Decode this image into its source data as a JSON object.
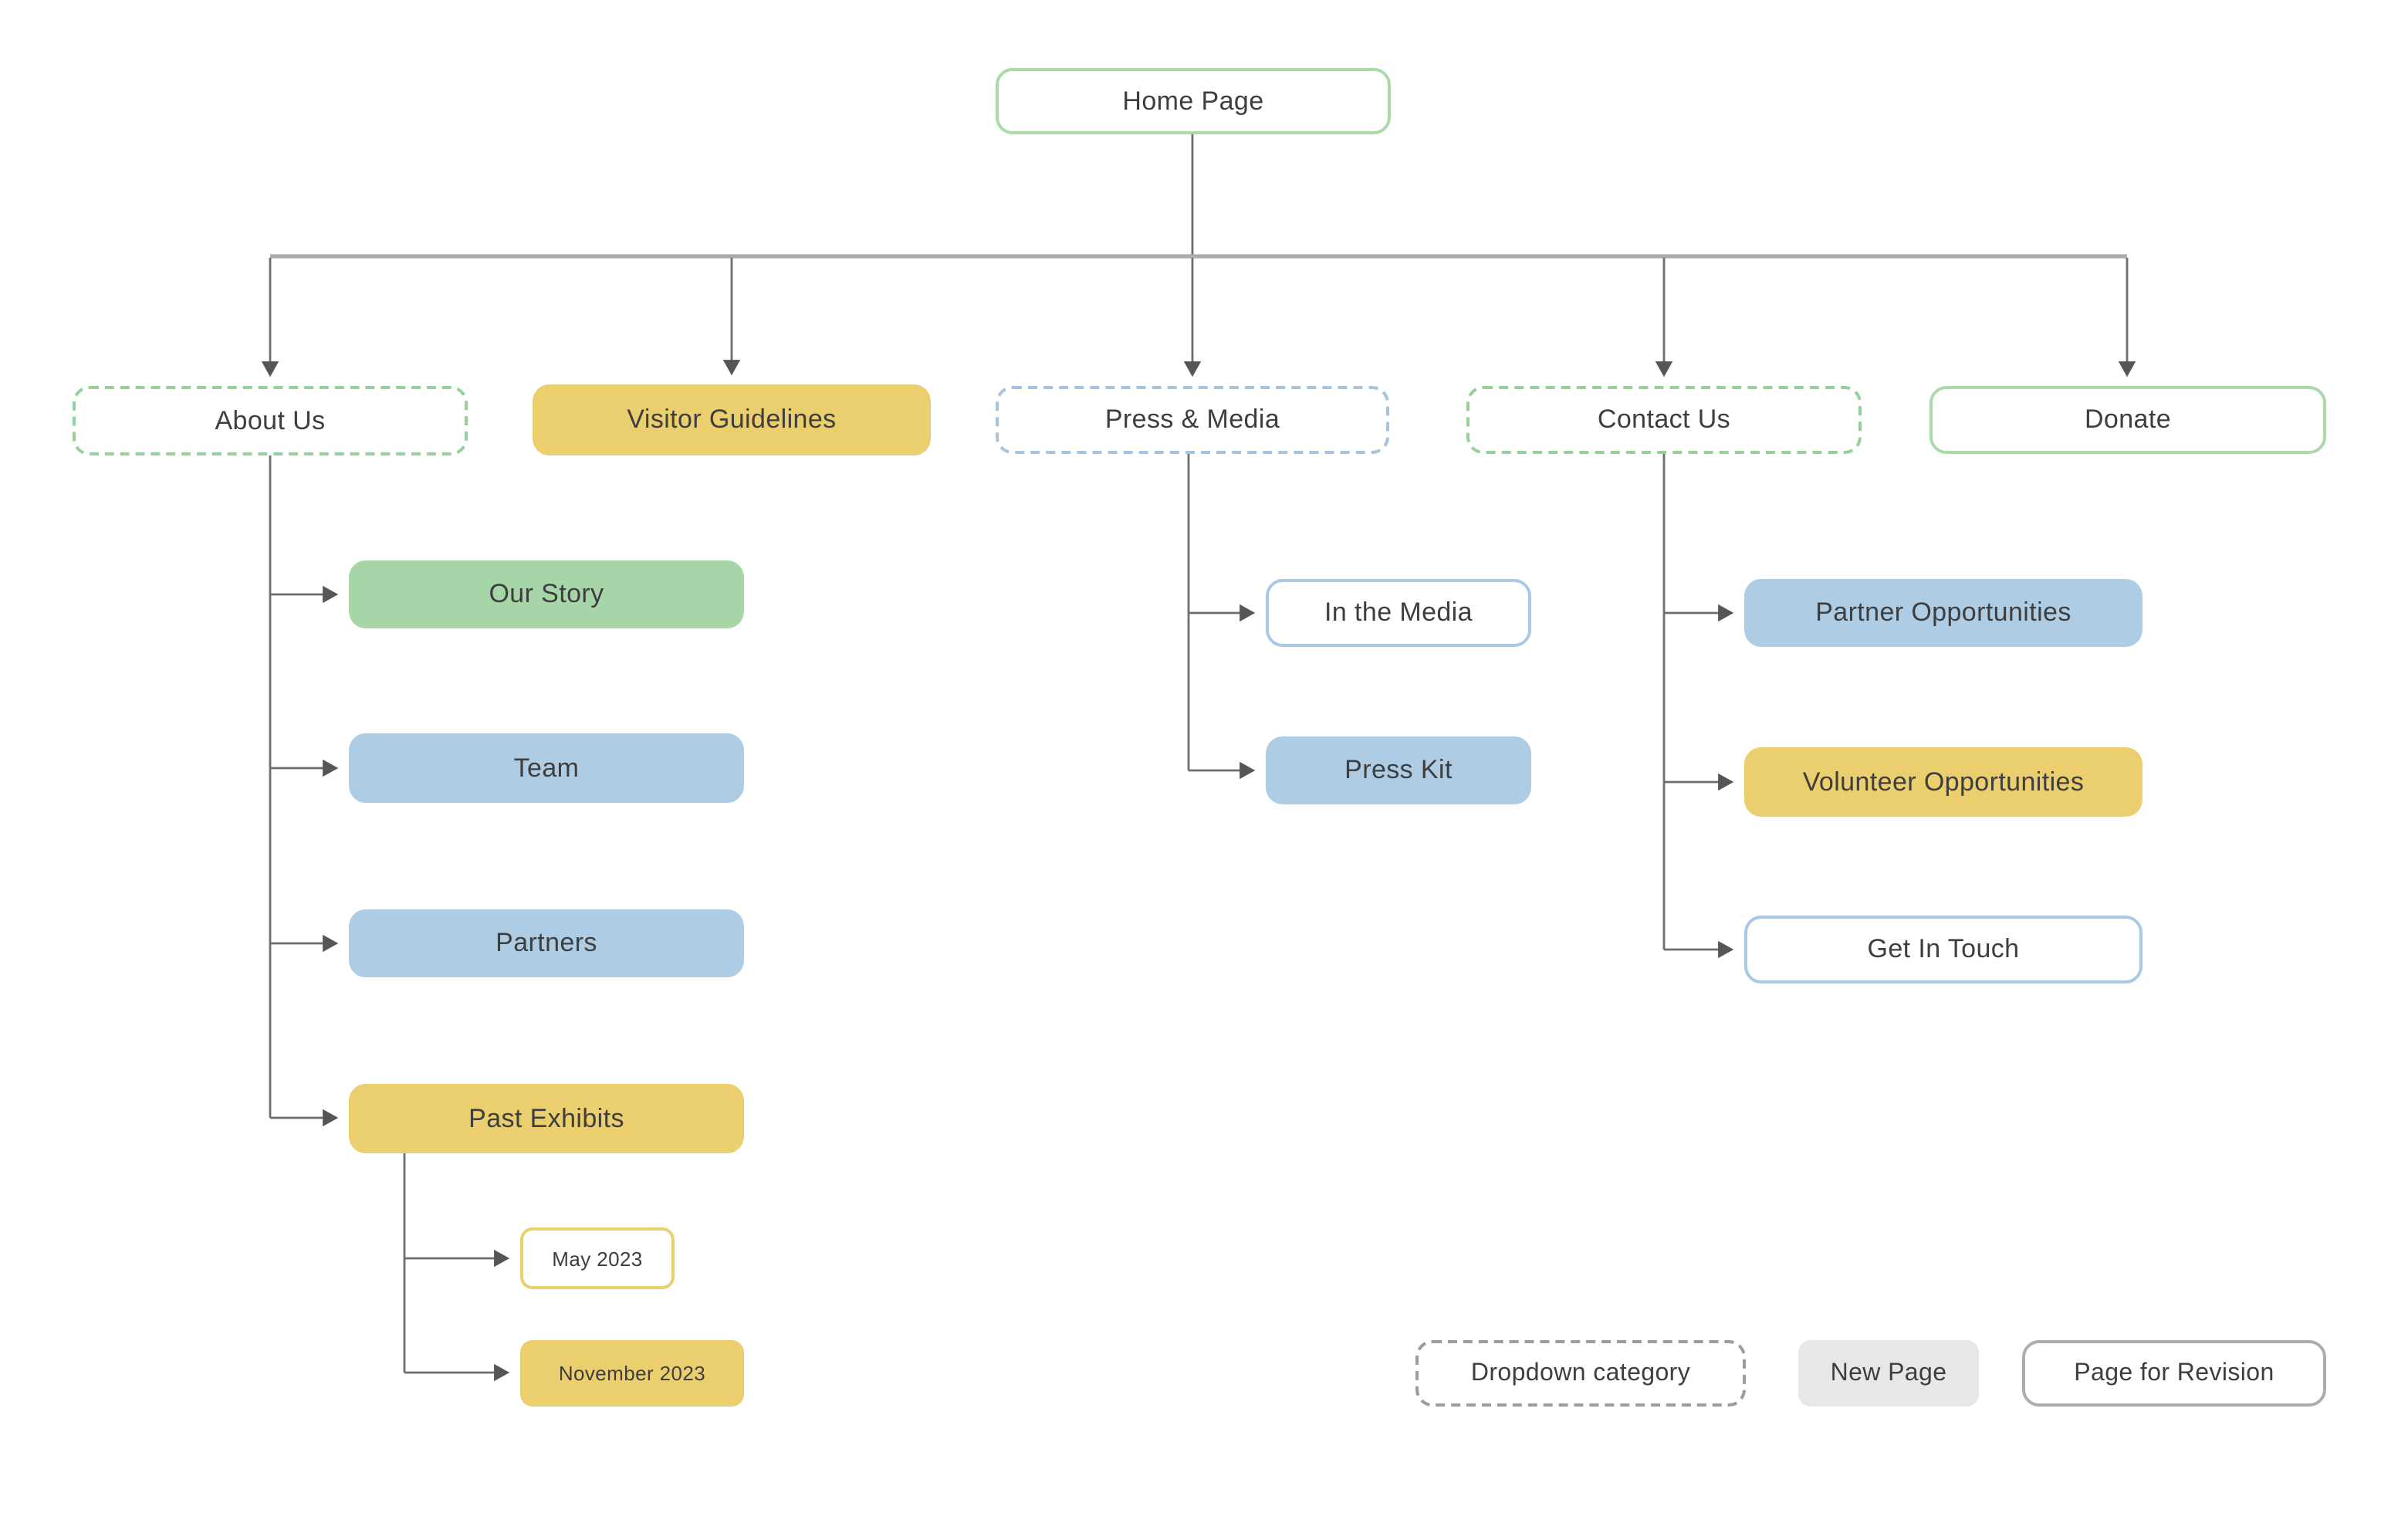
{
  "diagram": {
    "type": "sitemap-flowchart",
    "nodes": {
      "home": {
        "label": "Home Page",
        "style": "page_for_revision"
      },
      "about": {
        "label": "About Us",
        "style": "dropdown_category_green"
      },
      "visitor": {
        "label": "Visitor Guidelines",
        "style": "new_page_yellow"
      },
      "press": {
        "label": "Press & Media",
        "style": "dropdown_category_blue"
      },
      "contact": {
        "label": "Contact Us",
        "style": "dropdown_category_green"
      },
      "donate": {
        "label": "Donate",
        "style": "page_for_revision"
      },
      "our_story": {
        "label": "Our Story",
        "style": "new_page_green"
      },
      "team": {
        "label": "Team",
        "style": "new_page_blue"
      },
      "partners": {
        "label": "Partners",
        "style": "new_page_blue"
      },
      "past_exhibits": {
        "label": "Past Exhibits",
        "style": "new_page_yellow"
      },
      "may_2023": {
        "label": "May 2023",
        "style": "page_for_revision_yellow"
      },
      "november_2023": {
        "label": "November 2023",
        "style": "new_page_yellow"
      },
      "in_the_media": {
        "label": "In the Media",
        "style": "page_for_revision_blue"
      },
      "press_kit": {
        "label": "Press Kit",
        "style": "new_page_blue"
      },
      "partner_opportunities": {
        "label": "Partner Opportunities",
        "style": "new_page_blue"
      },
      "volunteer_opportunities": {
        "label": "Volunteer Opportunities",
        "style": "new_page_yellow"
      },
      "get_in_touch": {
        "label": "Get In Touch",
        "style": "page_for_revision_blue"
      }
    },
    "hierarchy": {
      "Home Page": [
        "About Us",
        "Visitor Guidelines",
        "Press & Media",
        "Contact Us",
        "Donate"
      ],
      "About Us": [
        "Our Story",
        "Team",
        "Partners",
        "Past Exhibits"
      ],
      "Past Exhibits": [
        "May 2023",
        "November 2023"
      ],
      "Press & Media": [
        "In the Media",
        "Press Kit"
      ],
      "Contact Us": [
        "Partner Opportunities",
        "Volunteer Opportunities",
        "Get In Touch"
      ]
    }
  },
  "legend": {
    "dropdown_category": {
      "label": "Dropdown category"
    },
    "new_page": {
      "label": "New Page"
    },
    "page_for_revision": {
      "label": "Page for Revision"
    }
  },
  "palette": {
    "yellow_fill": "#EBCE6E",
    "green_fill": "#A6D6A8",
    "blue_fill": "#AECDE4",
    "green_solid_border": "#A8DBA8",
    "green_dashed_border": "#97D098",
    "blue_dashed_border": "#A6C4DE",
    "blue_solid_border": "#A8C8E8",
    "yellow_solid_border": "#EBCE6E",
    "gray_dashed_border": "#9C9C9C",
    "gray_fill": "#E7E7E7",
    "gray_solid_border": "#ADADAD",
    "connector_color": "#6E6E6E",
    "text_color": "#3E3E3E",
    "background": "#FFFFFF"
  }
}
